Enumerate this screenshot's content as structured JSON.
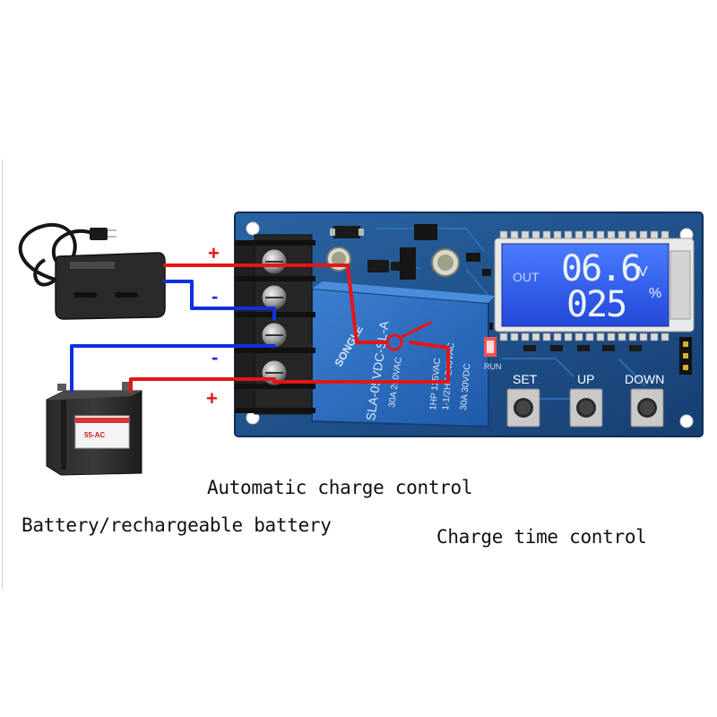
{
  "terminals": {
    "charger_plus": "+",
    "charger_minus": "-",
    "battery_minus": "-",
    "battery_plus": "+"
  },
  "lcd": {
    "out_label": "OUT",
    "voltage": "06.6",
    "voltage_unit": "V",
    "percent": "025",
    "percent_unit": "%"
  },
  "relay": {
    "brand": "SONGLE",
    "model": "SLA-05VDC-SL-A",
    "line1": "30A 250VAC",
    "line2": "30A 30VDC",
    "line3": "1HP 125VAC",
    "line4": "1-1/2HP 240VAC"
  },
  "buttons": {
    "set": "SET",
    "up": "UP",
    "down": "DOWN"
  },
  "board_labels": {
    "run": "RUN"
  },
  "battery": {
    "label": "55-AC"
  },
  "captions": {
    "automatic": "Automatic charge control",
    "battery": "Battery/rechargeable battery",
    "time": "Charge time control"
  },
  "colors": {
    "board": "#1c4f86",
    "lcd": "#2f5cf0",
    "positive_wire": "#e41616",
    "negative_wire": "#1030e0",
    "terminal_block": "#1b1b1b"
  }
}
